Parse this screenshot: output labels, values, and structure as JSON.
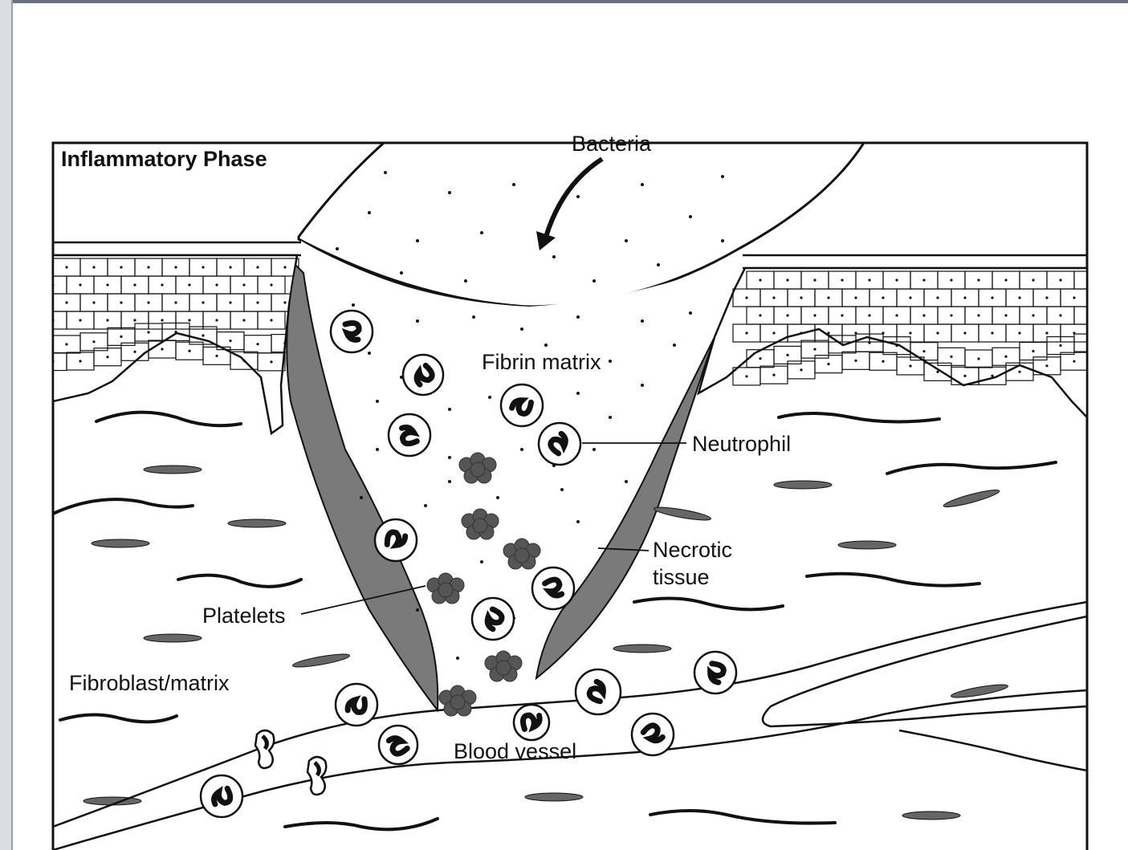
{
  "diagram": {
    "title": "Inflammatory Phase",
    "labels": {
      "bacteria": "Bacteria",
      "fibrin_matrix": "Fibrin matrix",
      "neutrophil": "Neutrophil",
      "necrotic_tissue_line1": "Necrotic",
      "necrotic_tissue_line2": "tissue",
      "platelets": "Platelets",
      "fibroblast_matrix": "Fibroblast/matrix",
      "blood_vessel": "Blood vessel"
    },
    "colors": {
      "line": "#111111",
      "necrotic_fill": "#7a7a7a",
      "platelet_fill": "#555555",
      "fibroblast_fill": "#666666",
      "background": "#ffffff"
    }
  }
}
